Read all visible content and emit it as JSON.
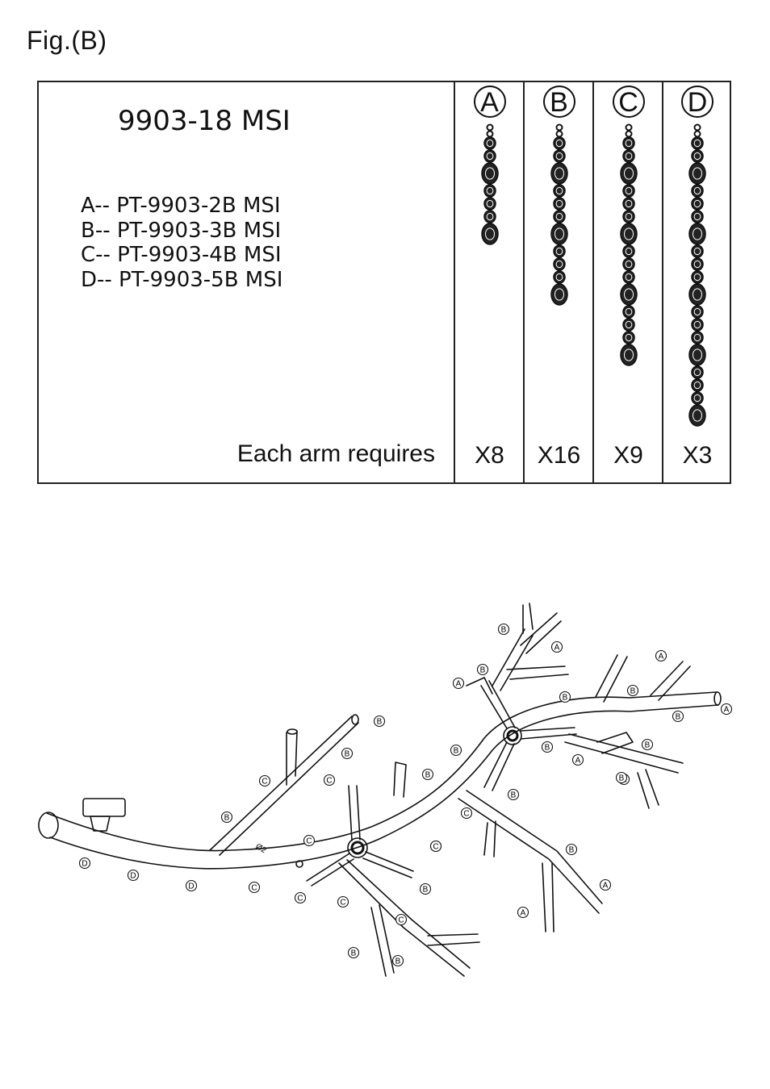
{
  "figure_label": "Fig.(B)",
  "model": "9903-18 MSI",
  "parts": [
    "A-- PT-9903-2B MSI",
    "B-- PT-9903-3B MSI",
    "C-- PT-9903-4B MSI",
    "D-- PT-9903-5B MSI"
  ],
  "requires_label": "Each arm requires",
  "columns": [
    {
      "letter": "A",
      "qty": "X8",
      "chain": [
        "s",
        "s",
        "b",
        "s",
        "s",
        "s",
        "b"
      ]
    },
    {
      "letter": "B",
      "qty": "X16",
      "chain": [
        "s",
        "s",
        "b",
        "s",
        "s",
        "s",
        "b",
        "s",
        "s",
        "s",
        "b"
      ]
    },
    {
      "letter": "C",
      "qty": "X9",
      "chain": [
        "s",
        "s",
        "b",
        "s",
        "s",
        "s",
        "b",
        "s",
        "s",
        "s",
        "b",
        "s",
        "s",
        "s",
        "b"
      ]
    },
    {
      "letter": "D",
      "qty": "X3",
      "chain": [
        "s",
        "s",
        "b",
        "s",
        "s",
        "s",
        "b",
        "s",
        "s",
        "s",
        "b",
        "s",
        "s",
        "s",
        "b",
        "s",
        "s",
        "s",
        "b"
      ]
    }
  ],
  "diagram": {
    "dimension_label": "Ø2",
    "callouts": [
      "B",
      "A",
      "B",
      "A",
      "B",
      "A",
      "B",
      "B",
      "A",
      "B",
      "B",
      "B",
      "B",
      "A",
      "B",
      "A",
      "B",
      "C",
      "B",
      "C",
      "C",
      "C",
      "B",
      "C",
      "B",
      "C",
      "D",
      "D",
      "D",
      "C",
      "C",
      "C",
      "B",
      "B",
      "B",
      "A",
      "A",
      "B",
      "C"
    ]
  }
}
